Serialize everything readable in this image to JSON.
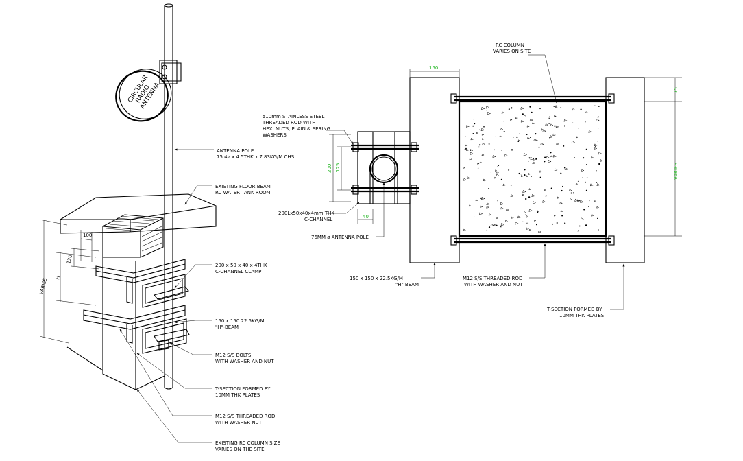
{
  "colors": {
    "line": "#000000",
    "dimension_green": "#1fb51f",
    "background": "#ffffff"
  },
  "left": {
    "antenna": [
      "CIRCULAR",
      "RADIO",
      "ANTENNA"
    ],
    "dims": {
      "d100": "100",
      "d120": "120",
      "h": "H",
      "varies": "VARIES"
    },
    "labels": {
      "pole": [
        "ANTENNA POLE",
        "75.4ø x 4.5THK x 7.83KG/M CHS"
      ],
      "floor_beam": [
        "EXISTING FLOOR BEAM",
        "RC WATER TANK ROOM"
      ],
      "clamp": [
        "200 x 50 x 40 x 4THK",
        "C-CHANNEL CLAMP"
      ],
      "hbeam": [
        "150 x 150 22.5KG/M",
        "\"H\"-BEAM"
      ],
      "bolts": [
        "M12  S/S BOLTS",
        "WITH WASHER AND NUT"
      ],
      "tsection": [
        "T-SECTION FORMED BY",
        "10MM THK PLATES"
      ],
      "rod": [
        "M12 S/S THREADED ROD",
        "WITH WASHER NUT"
      ],
      "column": [
        "EXISTING RC COLUMN SIZE",
        "VARIES ON THE SITE"
      ]
    }
  },
  "right": {
    "dims": {
      "d150": "150",
      "d75": "75",
      "varies": "VARIES",
      "d200": "200",
      "d125": "125",
      "d40": "40"
    },
    "labels": {
      "rc_column": [
        "RC COLUMN",
        "VARIES ON SITE"
      ],
      "rod10": [
        "ø10mm STAINLESS STEEL",
        "THREADED ROD WITH",
        "HEX. NUTS, PLAIN & SPRING",
        "WASHERS"
      ],
      "cchannel": [
        "200Lx50x40x4mm THK",
        "C-CHANNEL"
      ],
      "pole76": "76MM ø ANTENNA POLE",
      "hbeam": [
        "150  x 150 x 22.5KG/M",
        "\"H\" BEAM"
      ],
      "rod12": [
        "M12 S/S THREADED ROD",
        "WITH WASHER AND NUT"
      ],
      "tsection": [
        "T-SECTION FORMED BY",
        "10MM THK PLATES"
      ]
    }
  }
}
